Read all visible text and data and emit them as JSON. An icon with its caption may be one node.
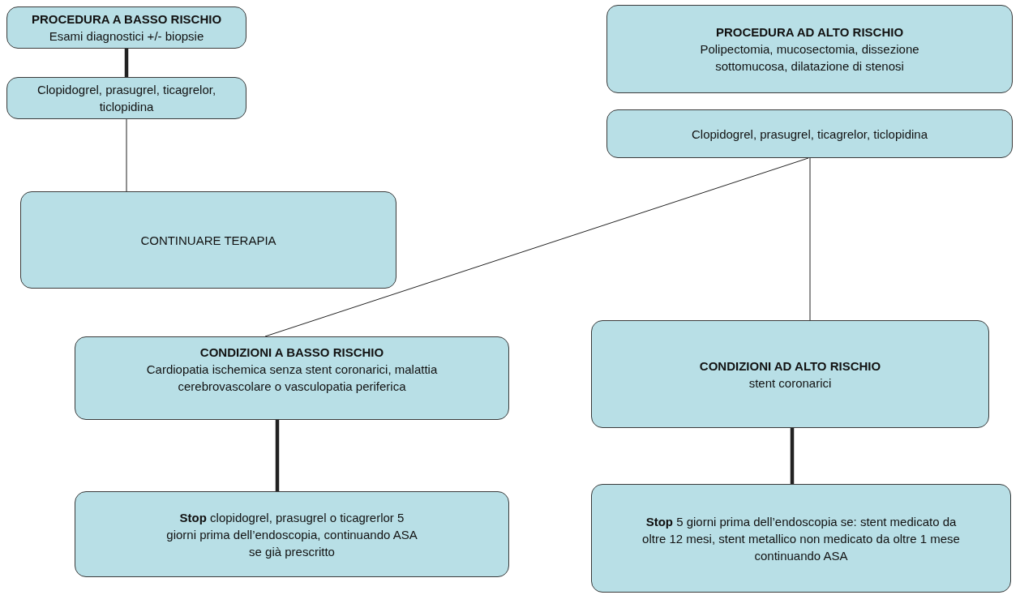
{
  "diagram": {
    "nodes": [
      {
        "text": [
          "PROCEDURA A BASSO RISCHIO",
          "Esami diagnostici +/- biopsie"
        ]
      },
      {
        "text": [
          "Clopidogrel, prasugrel, ticagrelor, ticlopidina"
        ]
      },
      {
        "text": [
          "CONTINUARE TERAPIA"
        ]
      },
      {
        "text": [
          "PROCEDURA AD ALTO RISCHIO",
          "Polipectomia, mucosectomia, dissezione sottomucosa, dilatazione di stenosi"
        ]
      },
      {
        "text": [
          "Clopidogrel, prasugrel, ticagrelor, ticlopidina"
        ]
      },
      {
        "text": [
          "CONDIZIONI A BASSO RISCHIO",
          "Cardiopatia ischemica senza stent coronarici, malattia cerebrovascolare o vasculopatia periferica"
        ]
      },
      {
        "text": [
          "CONDIZIONI AD ALTO RISCHIO",
          "stent coronarici"
        ]
      },
      {
        "text": [
          "**Stop** clopidogrel, prasugrel o ticagrerlor 5 giorni prima dell’endoscopia, continuando ASA se già prescritto"
        ]
      },
      {
        "text": [
          "**Stop** 5 giorni prima dell’endoscopia se: stent medicato da oltre 12 mesi, stent metallico non medicato da oltre 1 mese continuando ASA"
        ]
      }
    ],
    "edges": [
      {
        "from": 0,
        "to": 1,
        "arrow": "none",
        "style": "thick"
      },
      {
        "from": 1,
        "to": 2,
        "arrow": "none"
      },
      {
        "from": 4,
        "to": 5,
        "arrow": "none"
      },
      {
        "from": 4,
        "to": 6,
        "arrow": "none"
      },
      {
        "from": 5,
        "to": 7,
        "arrow": "none",
        "style": "thick"
      },
      {
        "from": 6,
        "to": 8,
        "arrow": "none",
        "style": "thick"
      }
    ]
  }
}
